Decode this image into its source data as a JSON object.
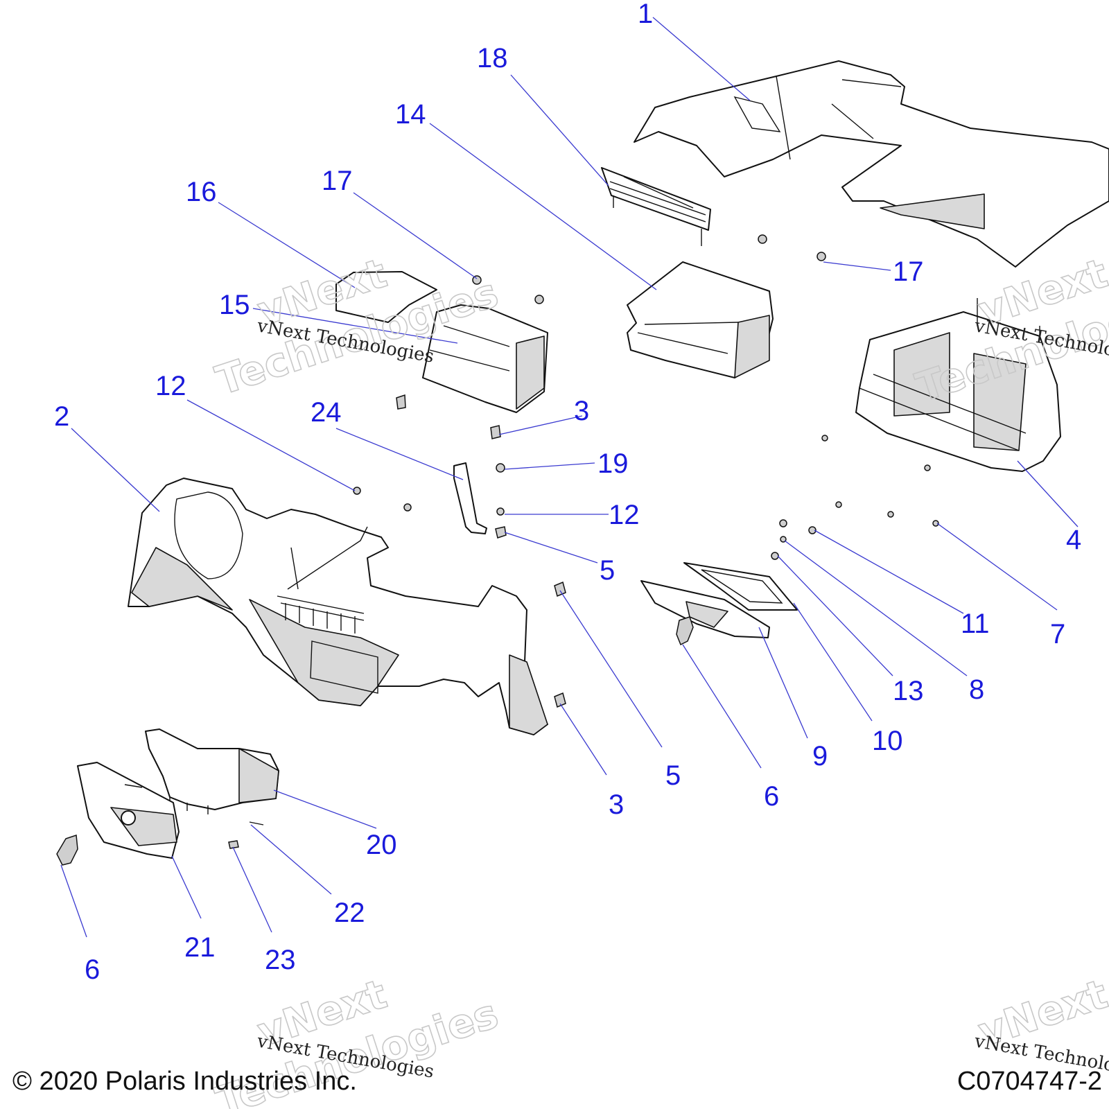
{
  "callouts": [
    {
      "id": "1",
      "label": "1"
    },
    {
      "id": "2",
      "label": "2"
    },
    {
      "id": "3a",
      "label": "3"
    },
    {
      "id": "3b",
      "label": "3"
    },
    {
      "id": "4",
      "label": "4"
    },
    {
      "id": "5a",
      "label": "5"
    },
    {
      "id": "5b",
      "label": "5"
    },
    {
      "id": "6a",
      "label": "6"
    },
    {
      "id": "6b",
      "label": "6"
    },
    {
      "id": "7",
      "label": "7"
    },
    {
      "id": "8",
      "label": "8"
    },
    {
      "id": "9",
      "label": "9"
    },
    {
      "id": "10",
      "label": "10"
    },
    {
      "id": "11",
      "label": "11"
    },
    {
      "id": "12a",
      "label": "12"
    },
    {
      "id": "12b",
      "label": "12"
    },
    {
      "id": "13",
      "label": "13"
    },
    {
      "id": "14",
      "label": "14"
    },
    {
      "id": "15",
      "label": "15"
    },
    {
      "id": "16",
      "label": "16"
    },
    {
      "id": "17a",
      "label": "17"
    },
    {
      "id": "17b",
      "label": "17"
    },
    {
      "id": "18",
      "label": "18"
    },
    {
      "id": "19",
      "label": "19"
    },
    {
      "id": "20",
      "label": "20"
    },
    {
      "id": "21",
      "label": "21"
    },
    {
      "id": "22",
      "label": "22"
    },
    {
      "id": "23",
      "label": "23"
    },
    {
      "id": "24",
      "label": "24"
    }
  ],
  "watermark": {
    "line": "vNext Technologies",
    "word1": "vNext",
    "word2": "Technologies"
  },
  "footer": {
    "copyright": "© 2020 Polaris Industries Inc.",
    "figure_id": "C0704747-2"
  },
  "colors": {
    "callout": "#1a1adb",
    "leader": "#3a3ad0",
    "line_art": "#111111",
    "shading": "#d9d9d9"
  }
}
